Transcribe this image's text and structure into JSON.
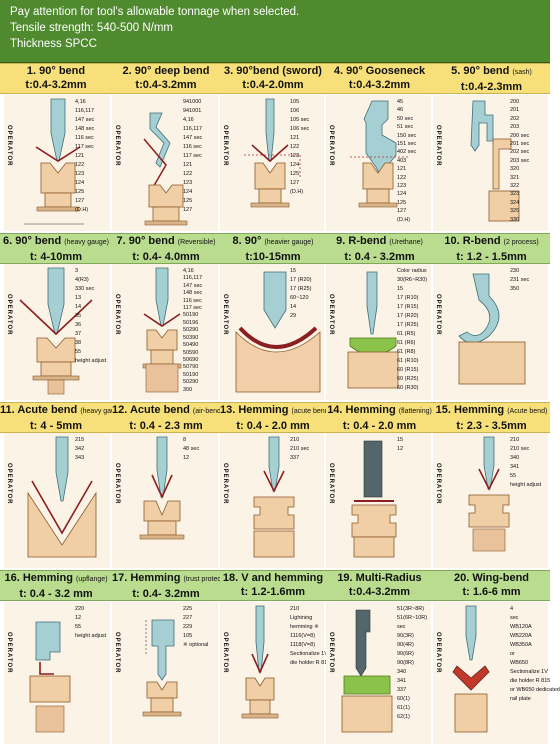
{
  "header": {
    "line1": "Pay attention for tool's allowable tonnage when selected.",
    "line2": "Tensile strength: 540-500 N/mm",
    "line3": "Thickness SPCC"
  },
  "operator_label": "OPERATOR",
  "rows": [
    {
      "style": "yellow",
      "items": [
        {
          "n": "1.",
          "name": "90° bend",
          "sub": "",
          "range": "t:0.4-3.2mm",
          "labels": [
            "4,16",
            "116,117",
            "147 sec",
            "148 sec",
            "116 sec",
            "117 sec",
            "121",
            "122",
            "123",
            "124",
            "125",
            "127",
            "(D.H)"
          ]
        },
        {
          "n": "2.",
          "name": "90° deep bend",
          "sub": "",
          "range": "t:0.4-3.2mm",
          "labels": [
            "941000",
            "941001",
            "4,16",
            "116,117",
            "147 sec",
            "116 sec",
            "117 sec",
            "121",
            "122",
            "123",
            "124",
            "125",
            "127"
          ]
        },
        {
          "n": "3.",
          "name": "90°bend (sword)",
          "sub": "",
          "range": "t:0.4-2.0mm",
          "labels": [
            "105",
            "106",
            "105 sec",
            "106 sec",
            "121",
            "122",
            "123",
            "124",
            "125",
            "127",
            "(D.H)"
          ]
        },
        {
          "n": "4.",
          "name": "90° Gooseneck",
          "sub": "",
          "range": "t:0.4-3.2mm",
          "labels": [
            "45",
            "46",
            "50 sec",
            "51 sec",
            "150 sec",
            "151 sec",
            "402 sec",
            "403",
            "121",
            "122",
            "123",
            "124",
            "125",
            "127",
            "(D.H)"
          ]
        },
        {
          "n": "5.",
          "name": "90° bend",
          "sub": "(sash)",
          "range": "t:0.4-2.3mm",
          "labels": [
            "200",
            "201",
            "202",
            "203",
            "200 sec",
            "201 sec",
            "202 sec",
            "203 sec",
            "320",
            "321",
            "322",
            "323",
            "324",
            "325",
            "330"
          ]
        }
      ]
    },
    {
      "style": "green",
      "items": [
        {
          "n": "6.",
          "name": "90° bend",
          "sub": "(heavy gauge)",
          "range": "t: 4-10mm",
          "labels": [
            "3",
            "4(R3)",
            "330 sec",
            "13",
            "14",
            "35",
            "36",
            "37",
            "38",
            "55",
            "height adjust"
          ]
        },
        {
          "n": "7.",
          "name": "90° bend",
          "sub": "(Reversible)",
          "range": "t: 0.4- 4.0mm",
          "labels": [
            "4,16",
            "116,117",
            "147 sec",
            "148 sec",
            "116 sec",
            "117 sec",
            "50190",
            "50196",
            "50290",
            "50390",
            "50490",
            "50590",
            "50690",
            "50790",
            "50190",
            "50290",
            "300"
          ]
        },
        {
          "n": "8.",
          "name": "90°",
          "sub": "(heavier gauge)",
          "range": "t:10-15mm",
          "labels": [
            "15",
            "17 (R20)",
            "17 (R25)",
            "60~120",
            "14",
            "29"
          ]
        },
        {
          "n": "9.",
          "name": "R-bend",
          "sub": "(Urethane)",
          "range": "t: 0.4 - 3.2mm",
          "labels": [
            "Color radius",
            "30(R6~R30)",
            "15",
            "17 (R10)",
            "17 (R15)",
            "17 (R20)",
            "17 (R25)",
            "61 (R5)",
            "61 (R6)",
            "61 (R8)",
            "61 (R10)",
            "60 (R15)",
            "60 (R25)",
            "60 (R30)"
          ]
        },
        {
          "n": "10.",
          "name": "R-bend",
          "sub": "(2 process)",
          "range": "t: 1.2 - 1.5mm",
          "labels": [
            "230",
            "231 sec",
            "350"
          ]
        }
      ]
    },
    {
      "style": "yellow",
      "items": [
        {
          "n": "11.",
          "name": "Acute bend",
          "sub": "(heavy gauge)",
          "range": "t: 4 - 5mm",
          "labels": [
            "215",
            "342",
            "343"
          ]
        },
        {
          "n": "12.",
          "name": "Acute bend",
          "sub": "(air-bend)",
          "range": "t: 0.4 - 2.3 mm",
          "labels": [
            "8",
            "48 sec",
            "12"
          ]
        },
        {
          "n": "13.",
          "name": "Hemming",
          "sub": "(acute bend)",
          "range": "t: 0.4 - 2.0 mm",
          "labels": [
            "210",
            "210 sec",
            "337"
          ]
        },
        {
          "n": "14.",
          "name": "Hemming",
          "sub": "(flattening)",
          "range": "t: 0.4 - 2.0 mm",
          "labels": [
            "15",
            "12"
          ]
        },
        {
          "n": "15.",
          "name": "Hemming",
          "sub": "(Acute bend)",
          "range": "t: 2.3 - 3.5mm",
          "labels": [
            "210",
            "210 sec",
            "340",
            "341",
            "55",
            "height adjust"
          ]
        }
      ]
    },
    {
      "style": "green",
      "items": [
        {
          "n": "16.",
          "name": "Hemming",
          "sub": "(upflange)",
          "range": "t: 0.4 - 3.2 mm",
          "labels": [
            "220",
            "12",
            "55",
            "height adjust"
          ]
        },
        {
          "n": "17.",
          "name": "Hemming",
          "sub": "(trust protection)",
          "range": "t: 0.4- 3.2mm",
          "labels": [
            "225",
            "227",
            "229",
            "105",
            "※ optional"
          ]
        },
        {
          "n": "18.",
          "name": "V and hemming",
          "sub": "",
          "range": "t: 1.2-1.6mm",
          "labels": [
            "210",
            "Lightning",
            "hemming ※",
            "1116(V=8)",
            "1118(V=8)",
            "Sectionalize 1V",
            "die holder R 815"
          ]
        },
        {
          "n": "19.",
          "name": "Multi-Radius",
          "sub": "",
          "range": "t:0.4-3.2mm",
          "labels": [
            "51(3R~8R)",
            "51(6R~10R)",
            "sec",
            "90(3R)",
            "90(4R)",
            "90(6R)",
            "90(8R)",
            "340",
            "341",
            "337",
            "60(1)",
            "61(1)",
            "62(1)"
          ]
        },
        {
          "n": "20.",
          "name": "Wing-bend",
          "sub": "",
          "range": "t: 1.6-6 mm",
          "labels": [
            "4",
            "sec",
            "WB120A",
            "WB220A",
            "WB350A",
            "or",
            "WB650",
            "Sectionalize 1V",
            "die holder R 815",
            "or WB650 dedicated",
            "rail plate"
          ]
        }
      ]
    }
  ]
}
